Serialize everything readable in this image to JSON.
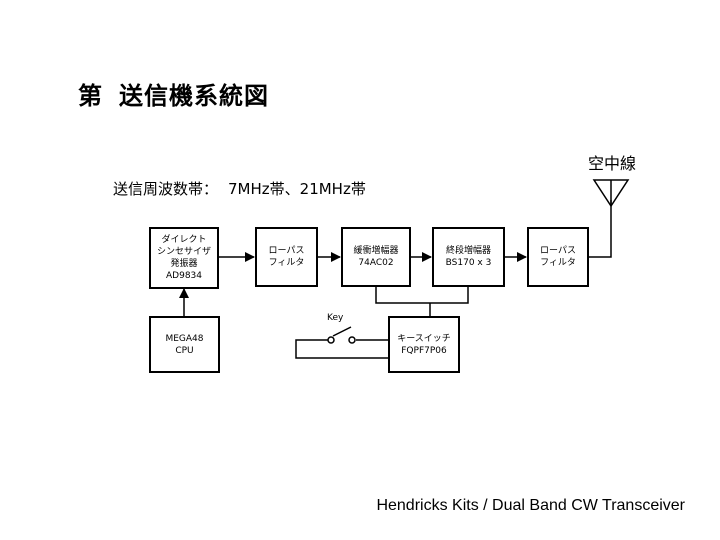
{
  "title": {
    "prefix": "第",
    "main": "送信機系統図"
  },
  "frequency": {
    "label": "送信周波数帯：",
    "value": "7MHz帯、21MHz帯"
  },
  "antenna": {
    "label": "空中線",
    "icon": "antenna-icon"
  },
  "blocks": {
    "dds": {
      "lines": [
        "ダイレクト",
        "シンセサイザ",
        "発振器",
        "AD9834"
      ]
    },
    "lpf1": {
      "lines": [
        "ローパス",
        "フィルタ"
      ]
    },
    "buffer": {
      "lines": [
        "緩衝増幅器",
        "74AC02"
      ]
    },
    "final": {
      "lines": [
        "終段増幅器",
        "BS170 x 3"
      ]
    },
    "lpf2": {
      "lines": [
        "ローパス",
        "フィルタ"
      ]
    },
    "cpu": {
      "lines": [
        "MEGA48",
        "CPU"
      ]
    },
    "keyswitch": {
      "lines": [
        "キースイッチ",
        "FQPF7P06"
      ]
    }
  },
  "key": {
    "label": "Key",
    "icon": "key-switch-icon"
  },
  "footer": "Hendricks Kits / Dual Band CW Transceiver"
}
